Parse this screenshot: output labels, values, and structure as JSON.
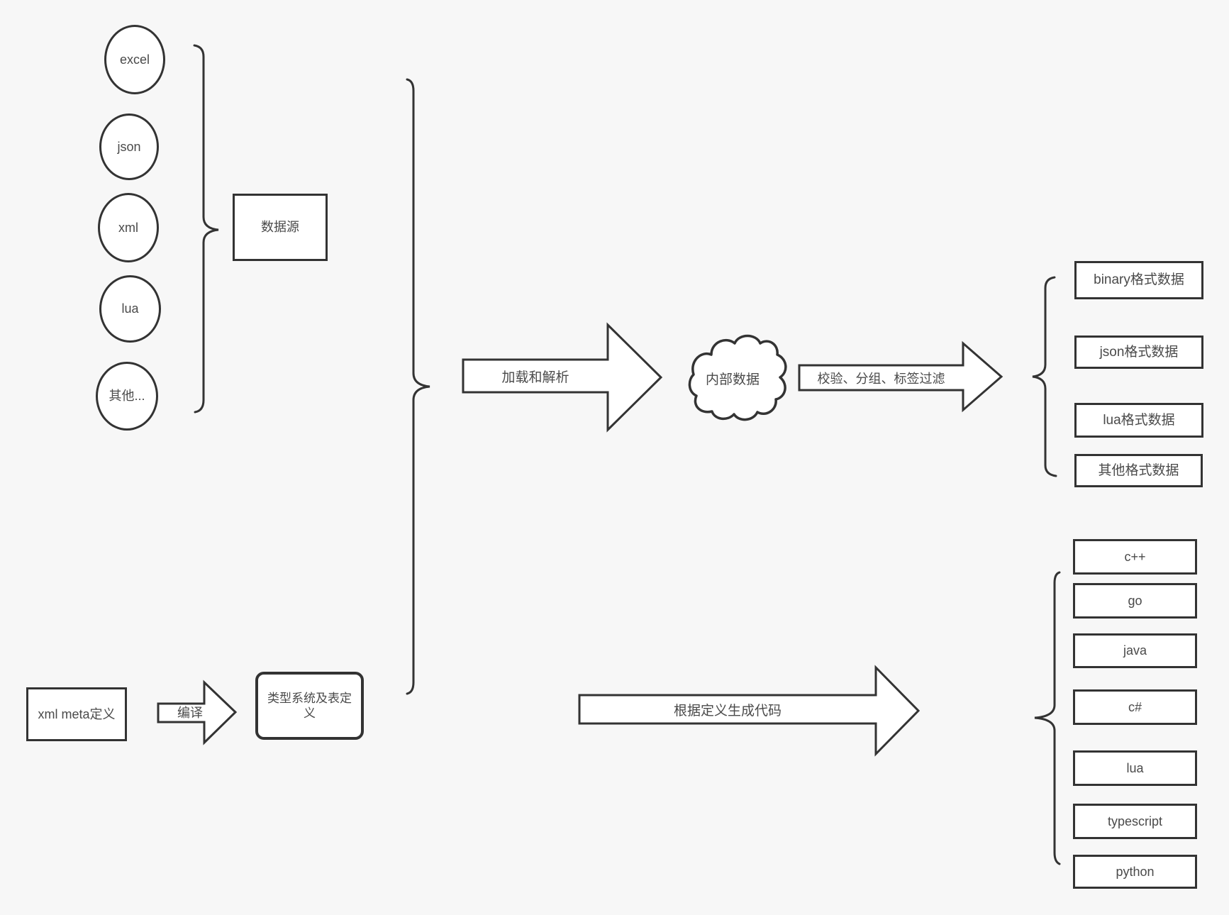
{
  "sources": {
    "group_label": "数据源",
    "items": [
      "excel",
      "json",
      "xml",
      "lua",
      "其他..."
    ]
  },
  "flow": {
    "load_arrow": "加载和解析",
    "cloud": "内部数据",
    "filter_arrow": "校验、分组、标签过滤",
    "codegen_arrow": "根据定义生成代码",
    "compile_arrow": "编译"
  },
  "formats": [
    "binary格式数据",
    "json格式数据",
    "lua格式数据",
    "其他格式数据"
  ],
  "definitions": {
    "meta": "xml meta定义",
    "type_system": "类型系统及表定义"
  },
  "languages": [
    "c++",
    "go",
    "java",
    "c#",
    "lua",
    "typescript",
    "python"
  ],
  "colors": {
    "background": "#f7f7f7",
    "stroke": "#333333",
    "shape_fill": "#ffffff",
    "text": "#4a4a4a"
  }
}
